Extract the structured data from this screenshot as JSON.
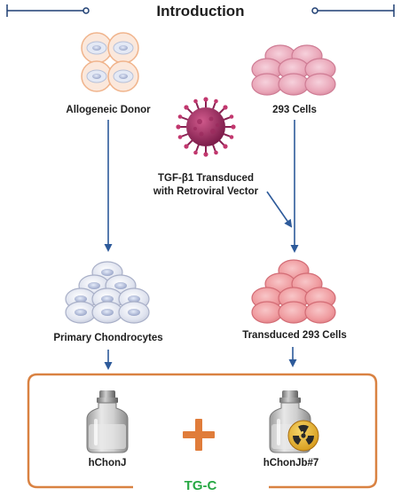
{
  "title": "Introduction",
  "labels": {
    "donor": "Allogeneic Donor",
    "cells293": "293 Cells",
    "virus_line1": "TGF-β1 Transduced",
    "virus_line2": "with Retroviral Vector",
    "chondro": "Primary Chondrocytes",
    "transduced": "Transduced 293 Cells",
    "vial1": "hChonJ",
    "vial2": "hChonJb#7",
    "product": "TG-C"
  },
  "colors": {
    "navy": "#1f3f73",
    "arrow": "#2d5a9a",
    "box": "#d98242",
    "plus": "#e07c3a",
    "product": "#27a844"
  }
}
